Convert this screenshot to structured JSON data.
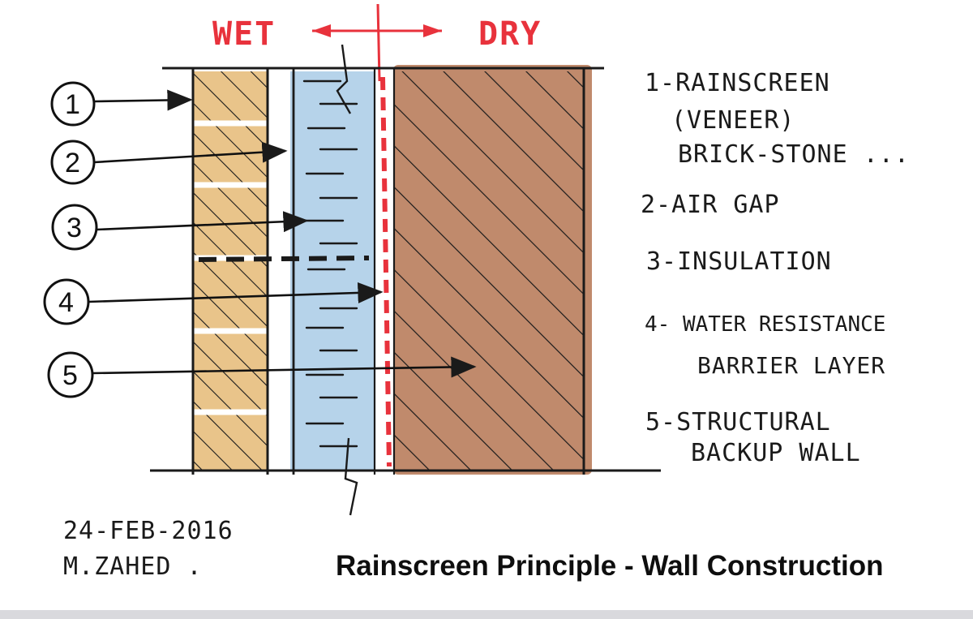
{
  "header": {
    "wet": "WET",
    "dry": "DRY"
  },
  "markers": [
    "1",
    "2",
    "3",
    "4",
    "5"
  ],
  "legend": [
    {
      "lines": [
        "1-RAINSCREEN",
        "(VENEER)",
        "BRICK-STONE ..."
      ]
    },
    {
      "lines": [
        "2-AIR GAP"
      ]
    },
    {
      "lines": [
        "3-INSULATION"
      ]
    },
    {
      "lines": [
        "4- WATER RESISTANCE",
        "BARRIER LAYER"
      ]
    },
    {
      "lines": [
        "5-STRUCTURAL",
        "BACKUP WALL"
      ]
    }
  ],
  "signature": {
    "date": "24-FEB-2016",
    "author": "M.ZAHED ."
  },
  "caption": "Rainscreen Principle - Wall Construction",
  "colors": {
    "veneer": "#e9c48a",
    "insulation": "#b6d3ea",
    "backup_wall": "#c08a6c",
    "barrier": "#e8323c",
    "ink": "#1a1a1a"
  }
}
